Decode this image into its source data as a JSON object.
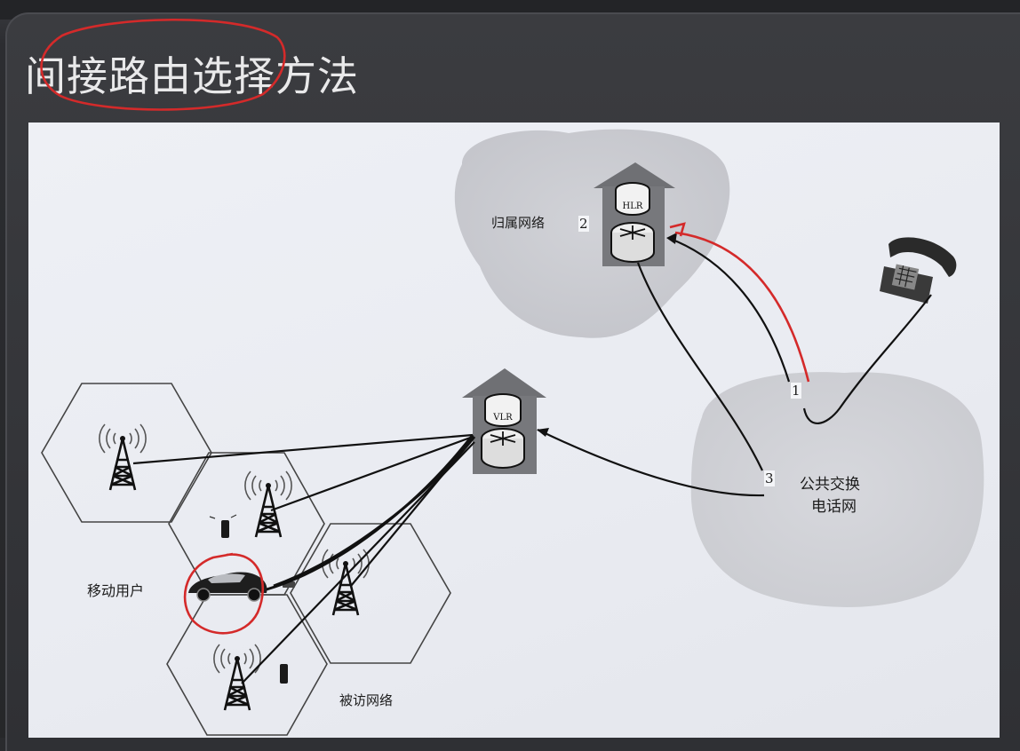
{
  "slide": {
    "title": "间接路由选择方法"
  },
  "diagram": {
    "labels": {
      "home_network": "归属网络",
      "pstn_line1": "公共交换",
      "pstn_line2": "电话网",
      "mobile_user": "移动用户",
      "visited_network": "被访网络"
    },
    "steps": {
      "step1": "1",
      "step2": "2",
      "step3": "3"
    },
    "device_labels": {
      "hlr": "HLR",
      "vlr": "VLR"
    },
    "icons": [
      "cell-tower-icon",
      "router-icon",
      "database-icon",
      "telephone-icon",
      "car-icon",
      "mobile-phone-icon"
    ],
    "colors": {
      "annotation_red": "#d42a2a",
      "line_black": "#111111",
      "cloud_gray": "#c9cacf",
      "panel_bg": "#eceef3"
    }
  }
}
